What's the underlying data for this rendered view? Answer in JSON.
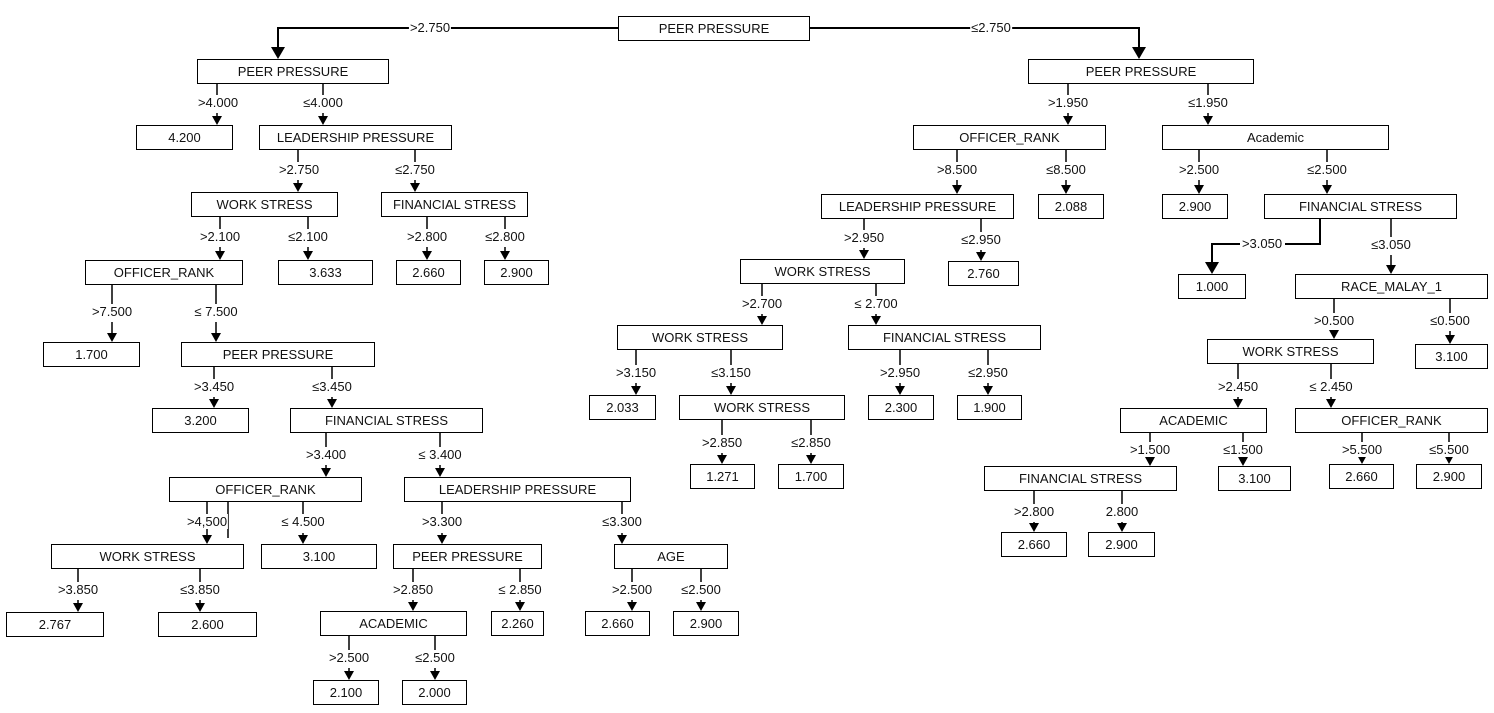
{
  "nodes": {
    "n1": "PEER PRESSURE",
    "n2": "PEER PRESSURE",
    "n3": "PEER PRESSURE",
    "n4": "4.200",
    "n5": "LEADERSHIP PRESSURE",
    "n6": "WORK STRESS",
    "n7": "FINANCIAL STRESS",
    "n8": "OFFICER_RANK",
    "n9": "3.633",
    "n10": "2.660",
    "n11": "2.900",
    "n12": "1.700",
    "n13": "PEER PRESSURE",
    "n14": "3.200",
    "n15": "FINANCIAL STRESS",
    "n16": "OFFICER_RANK",
    "n17": "LEADERSHIP PRESSURE",
    "n18": "WORK STRESS",
    "n19": "3.100",
    "n20": "PEER PRESSURE",
    "n21": "AGE",
    "n22": "2.767",
    "n23": "2.600",
    "n24": "ACADEMIC",
    "n25": "2.260",
    "n26": "2.660",
    "n27": "2.900",
    "n28": "2.100",
    "n29": "2.000",
    "n30": "OFFICER_RANK",
    "n31": "Academic",
    "n32": "LEADERSHIP PRESSURE",
    "n33": "2.088",
    "n34": "2.900",
    "n35": "FINANCIAL STRESS",
    "n36": "WORK STRESS",
    "n37": "2.760",
    "n38": "1.000",
    "n39": "RACE_MALAY_1",
    "n40": "WORK STRESS",
    "n41": "FINANCIAL STRESS",
    "n42": "WORK STRESS",
    "n43": "3.100",
    "n44": "2.033",
    "n45": "WORK STRESS",
    "n46": "2.300",
    "n47": "1.900",
    "n48": "ACADEMIC",
    "n49": "OFFICER_RANK",
    "n50": "1.271",
    "n51": "1.700",
    "n52": "FINANCIAL STRESS",
    "n53": "3.100",
    "n54": "2.660",
    "n55": "2.900",
    "n56": "2.660",
    "n57": "2.900"
  },
  "edges": {
    "e2": ">2.750",
    "e3": "≤2.750",
    "e4": ">4.000",
    "e5": "≤4.000",
    "e6": ">2.750",
    "e7": "≤2.750",
    "e8": ">2.100",
    "e9": "≤2.100",
    "e10": ">2.800",
    "e11": "≤2.800",
    "e12": ">7.500",
    "e13": "≤ 7.500",
    "e14": ">3.450",
    "e15": "≤3.450",
    "e16": ">3.400",
    "e17": "≤ 3.400",
    "e18": ">4,500",
    "e19": "≤ 4.500",
    "e20": ">3.300",
    "e21": "≤3.300",
    "e22": ">3.850",
    "e23": "≤3.850",
    "e24": ">2.850",
    "e25": "≤ 2.850",
    "e26": ">2.500",
    "e27": "≤2.500",
    "e28": ">2.500",
    "e29": "≤2.500",
    "e30": ">1.950",
    "e31": "≤1.950",
    "e32": ">8.500",
    "e33": "≤8.500",
    "e34": ">2.500",
    "e35": "≤2.500",
    "e36": ">2.950",
    "e37": "≤2.950",
    "e38": ">3.050",
    "e39": "≤3.050",
    "e40": ">2.700",
    "e41": "≤ 2.700",
    "e42": ">0.500",
    "e43": "≤0.500",
    "e44": ">3.150",
    "e45": "≤3.150",
    "e46": ">2.950",
    "e47": "≤2.950",
    "e48": ">2.450",
    "e49": "≤ 2.450",
    "e50": ">2.850",
    "e51": "≤2.850",
    "e52": ">1.500",
    "e53": "≤1.500",
    "e54": ">5.500",
    "e55": "≤5.500",
    "e56": ">2.800",
    "e57": "2.800"
  }
}
